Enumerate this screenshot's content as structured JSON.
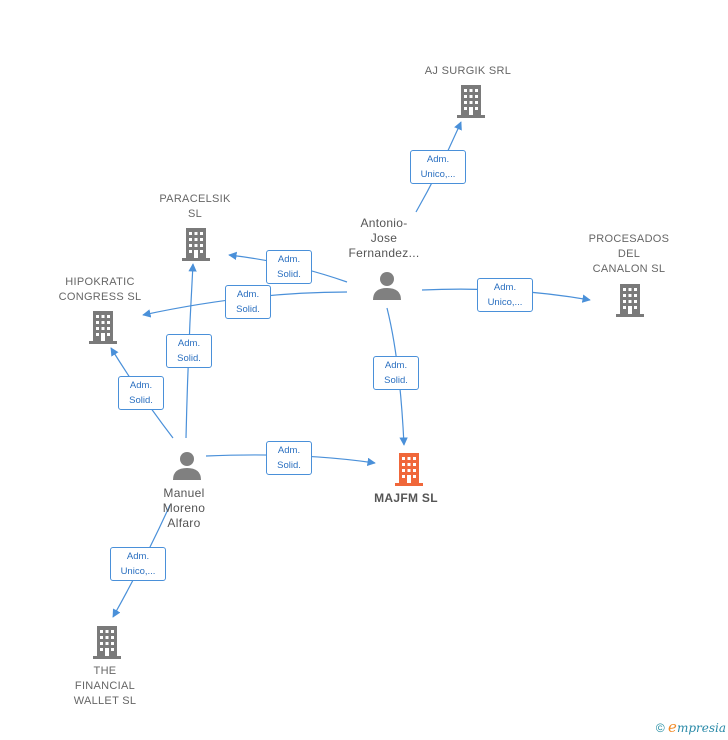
{
  "colors": {
    "edge": "#4a90d9",
    "company": "#7a7a7a",
    "main_company": "#f0673a",
    "person": "#808080"
  },
  "nodes": {
    "aj_surgik": "AJ SURGIK SRL",
    "paracelsik": "PARACELSIK\nSL",
    "procesados": "PROCESADOS\nDEL\nCANALON  SL",
    "hipokratic": "HIPOKRATIC\nCONGRESS  SL",
    "majfm": "MAJFM  SL",
    "financial_wallet": "THE\nFINANCIAL\nWALLET  SL",
    "antonio": "Antonio-\nJose\nFernandez...",
    "manuel": "Manuel\nMoreno\nAlfaro"
  },
  "edges": {
    "antonio_aj": [
      "Adm.",
      "Unico,..."
    ],
    "antonio_paracelsik": [
      "Adm.",
      "Solid."
    ],
    "antonio_hipokratic": [
      "Adm.",
      "Solid."
    ],
    "antonio_procesados": [
      "Adm.",
      "Unico,..."
    ],
    "antonio_majfm": [
      "Adm.",
      "Solid."
    ],
    "manuel_paracelsik": [
      "Adm.",
      "Solid."
    ],
    "manuel_hipokratic": [
      "Adm.",
      "Solid."
    ],
    "manuel_majfm": [
      "Adm.",
      "Solid."
    ],
    "manuel_wallet": [
      "Adm.",
      "Unico,..."
    ]
  },
  "footer": {
    "copyright": "©",
    "brand_first": "e",
    "brand_rest": "mpresia"
  }
}
